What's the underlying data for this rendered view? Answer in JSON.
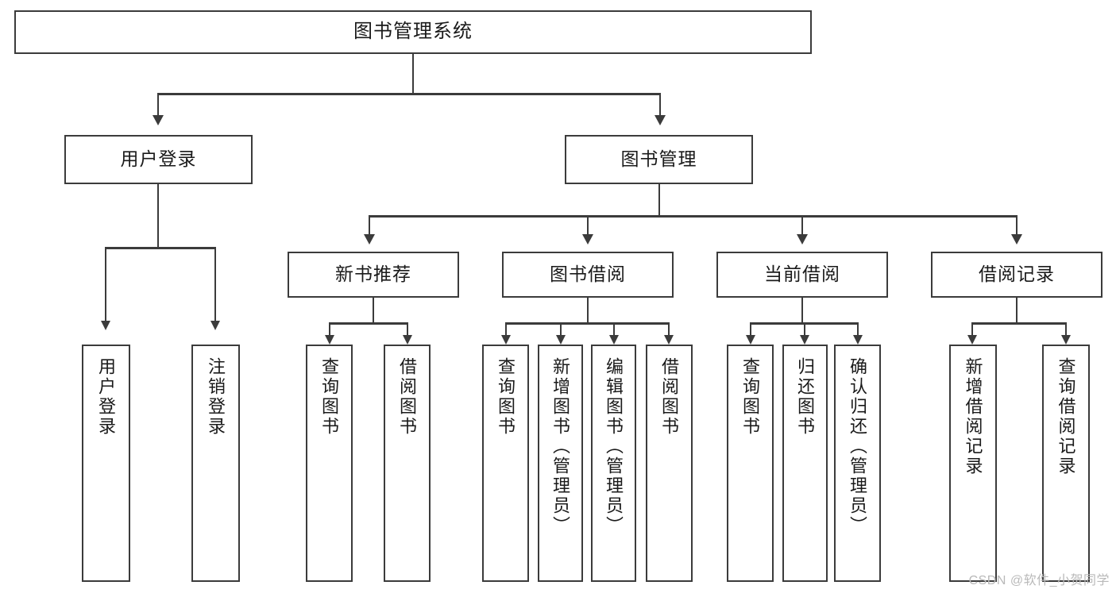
{
  "diagram": {
    "type": "hierarchy-tree",
    "title": "图书管理系统",
    "root": {
      "label": "图书管理系统"
    },
    "level2": [
      {
        "label": "用户登录"
      },
      {
        "label": "图书管理"
      }
    ],
    "level3": [
      {
        "label": "新书推荐"
      },
      {
        "label": "图书借阅"
      },
      {
        "label": "当前借阅"
      },
      {
        "label": "借阅记录"
      }
    ],
    "leaves": {
      "user_login": [
        {
          "label": "用户登录"
        },
        {
          "label": "注销登录"
        }
      ],
      "new_book": [
        {
          "label": "查询图书"
        },
        {
          "label": "借阅图书"
        }
      ],
      "borrow_book": [
        {
          "label": "查询图书"
        },
        {
          "label": "新增图书（管理员）"
        },
        {
          "label": "编辑图书（管理员）"
        },
        {
          "label": "借阅图书"
        }
      ],
      "current_borrow": [
        {
          "label": "查询图书"
        },
        {
          "label": "归还图书"
        },
        {
          "label": "确认归还（管理员）"
        }
      ],
      "borrow_record": [
        {
          "label": "新增借阅记录"
        },
        {
          "label": "查询借阅记录"
        }
      ]
    }
  },
  "watermark": {
    "text": "CSDN @软件_小贺同学"
  },
  "colors": {
    "stroke": "#3b3b3b",
    "background": "#ffffff",
    "text": "#1a1a1a",
    "watermark": "#b9b9b9"
  }
}
